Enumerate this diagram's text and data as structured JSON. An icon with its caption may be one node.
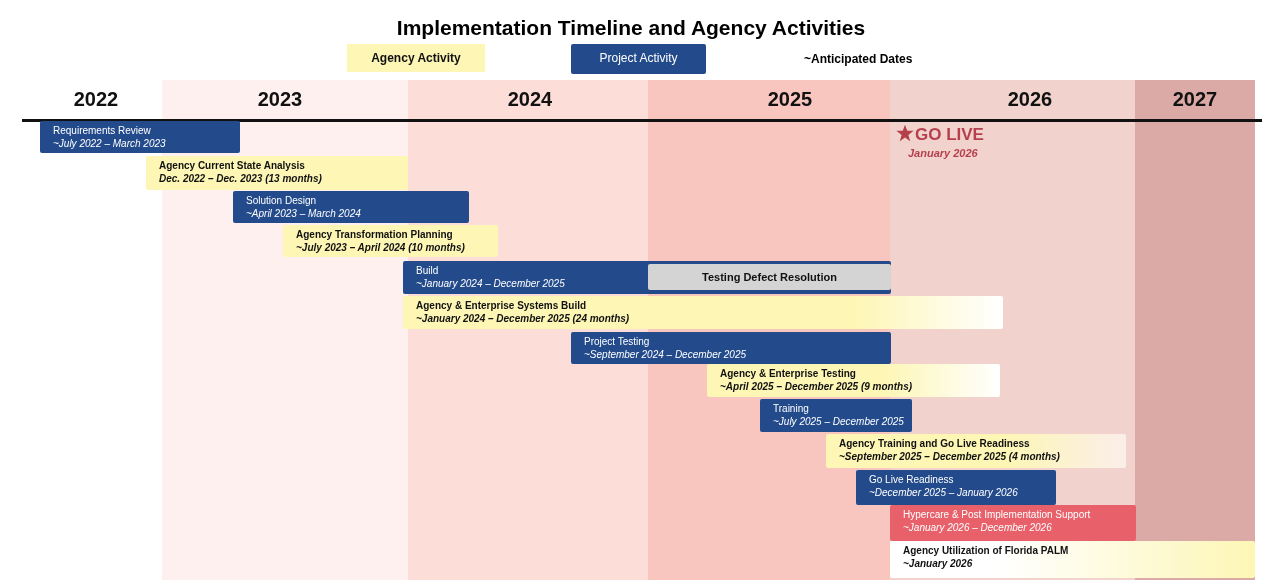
{
  "diagram": {
    "title": "Implementation Timeline and Agency Activities",
    "nodes": [
      {
        "text": [
          "Requirements Review",
          "~July 2022 – March 2023"
        ]
      },
      {
        "text": [
          "Agency Current State Analysis",
          "Dec. 2022 – Dec. 2023 (13 months)"
        ]
      },
      {
        "text": [
          "Solution Design",
          "~April 2023 – March 2024"
        ]
      },
      {
        "text": [
          "Agency Transformation Planning",
          "~July 2023 – April 2024 (10 months)"
        ]
      },
      {
        "text": [
          "Build",
          "~January 2024 – December 2025"
        ]
      },
      {
        "text": [
          "Testing Defect Resolution"
        ],
        "in": 4
      },
      {
        "text": [
          "Agency & Enterprise Systems Build",
          "~January 2024 – December 2025 (24 months)"
        ]
      },
      {
        "text": [
          "Project Testing",
          "~September 2024 – December 2025"
        ]
      },
      {
        "text": [
          "Agency & Enterprise Testing",
          "~April 2025 – December 2025 (9 months)"
        ]
      },
      {
        "text": [
          "Training",
          "~July 2025 – December 2025"
        ]
      },
      {
        "text": [
          "Agency Training and Go Live Readiness",
          "~September 2025 – December 2025 (4 months)"
        ]
      },
      {
        "text": [
          "Go Live Readiness",
          "~December 2025 – January 2026"
        ]
      },
      {
        "text": [
          "Hypercare & Post Implementation Support",
          "~January 2026 – December 2026"
        ]
      },
      {
        "text": [
          "Agency Utilization of Florida PALM",
          "~January 2026"
        ]
      }
    ],
    "labels": [
      "~Anticipated Dates",
      "2022",
      "2023",
      "2024",
      "2025",
      "2026",
      "2027",
      "GO LIVE",
      "January 2026"
    ],
    "legend": [
      {
        "text": "Agency Activity",
        "color": "#fdf6b5"
      },
      {
        "text": "Project Activity",
        "color": "#234b8c"
      }
    ]
  }
}
